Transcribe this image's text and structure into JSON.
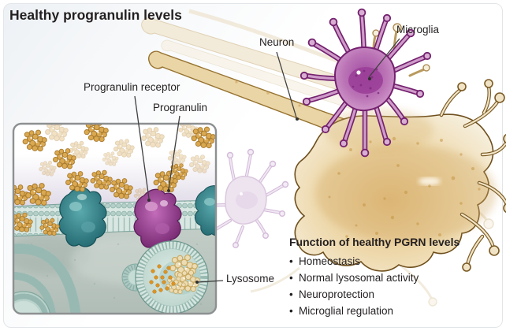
{
  "title": "Healthy progranulin levels",
  "labels": {
    "neuron": "Neuron",
    "microglia": "Microglia",
    "progranulin_receptor": "Progranulin receptor",
    "progranulin": "Progranulin",
    "lysosome": "Lysosome"
  },
  "function_box": {
    "heading": "Function of healthy PGRN levels",
    "bullet_char": "•",
    "items": [
      "Homeostasis",
      "Normal lysosomal activity",
      "Neuroprotection",
      "Microglial regulation"
    ]
  },
  "colors": {
    "text": "#231f20",
    "neuron_fill": "#ecd9ae",
    "neuron_outline": "#7a5a24",
    "microglia_fill": "#c688c0",
    "microglia_outline": "#74216f",
    "membrane_teal": "#a8c8c1",
    "progranulin_gold": "#d8a851",
    "receptor_teal": "#2e7f88",
    "receptor_purple": "#93388f",
    "lysosome_granule_orange": "#de9420",
    "leader_line": "#3f3f3f",
    "inset_border": "#8d9091"
  }
}
